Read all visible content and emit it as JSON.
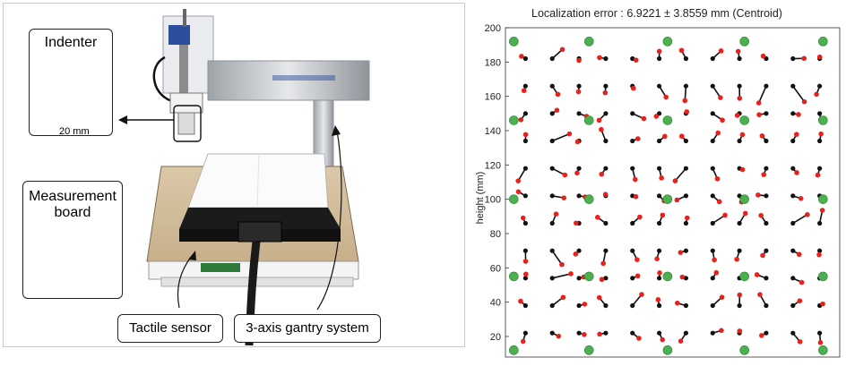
{
  "figure": {
    "left": {
      "inset_indenter": {
        "title": "Indenter",
        "scale_label": "20 mm"
      },
      "inset_board": {
        "title_line1": "Measurement",
        "title_line2": "board"
      },
      "label_sensor": "Tactile sensor",
      "label_gantry": "3-axis gantry system"
    },
    "right": {
      "title": "Localization error :  6.9221  ±  3.8559 mm (Centroid)",
      "ylabel": "height (mm)"
    }
  },
  "chart_data": {
    "type": "scatter",
    "title": "Localization error :  6.9221  ±  3.8559 mm (Centroid)",
    "xlabel": "",
    "ylabel": "height (mm)",
    "xlim": [
      0,
      200
    ],
    "ylim": [
      8,
      200
    ],
    "yticks": [
      20,
      40,
      60,
      80,
      100,
      120,
      140,
      160,
      180,
      200
    ],
    "grid": false,
    "colors": {
      "true": "#111111",
      "estimate": "#e8211d",
      "sensor": "#4caf50"
    },
    "sensors": {
      "x": [
        5,
        50,
        97,
        143,
        190
      ],
      "y": [
        12,
        55,
        100,
        146,
        192
      ]
    },
    "samples": {
      "x": [
        12,
        28,
        44,
        60,
        76,
        92,
        108,
        124,
        140,
        156,
        172,
        188
      ],
      "y": [
        22,
        38,
        54,
        70,
        86,
        102,
        118,
        134,
        150,
        166,
        182
      ]
    }
  }
}
